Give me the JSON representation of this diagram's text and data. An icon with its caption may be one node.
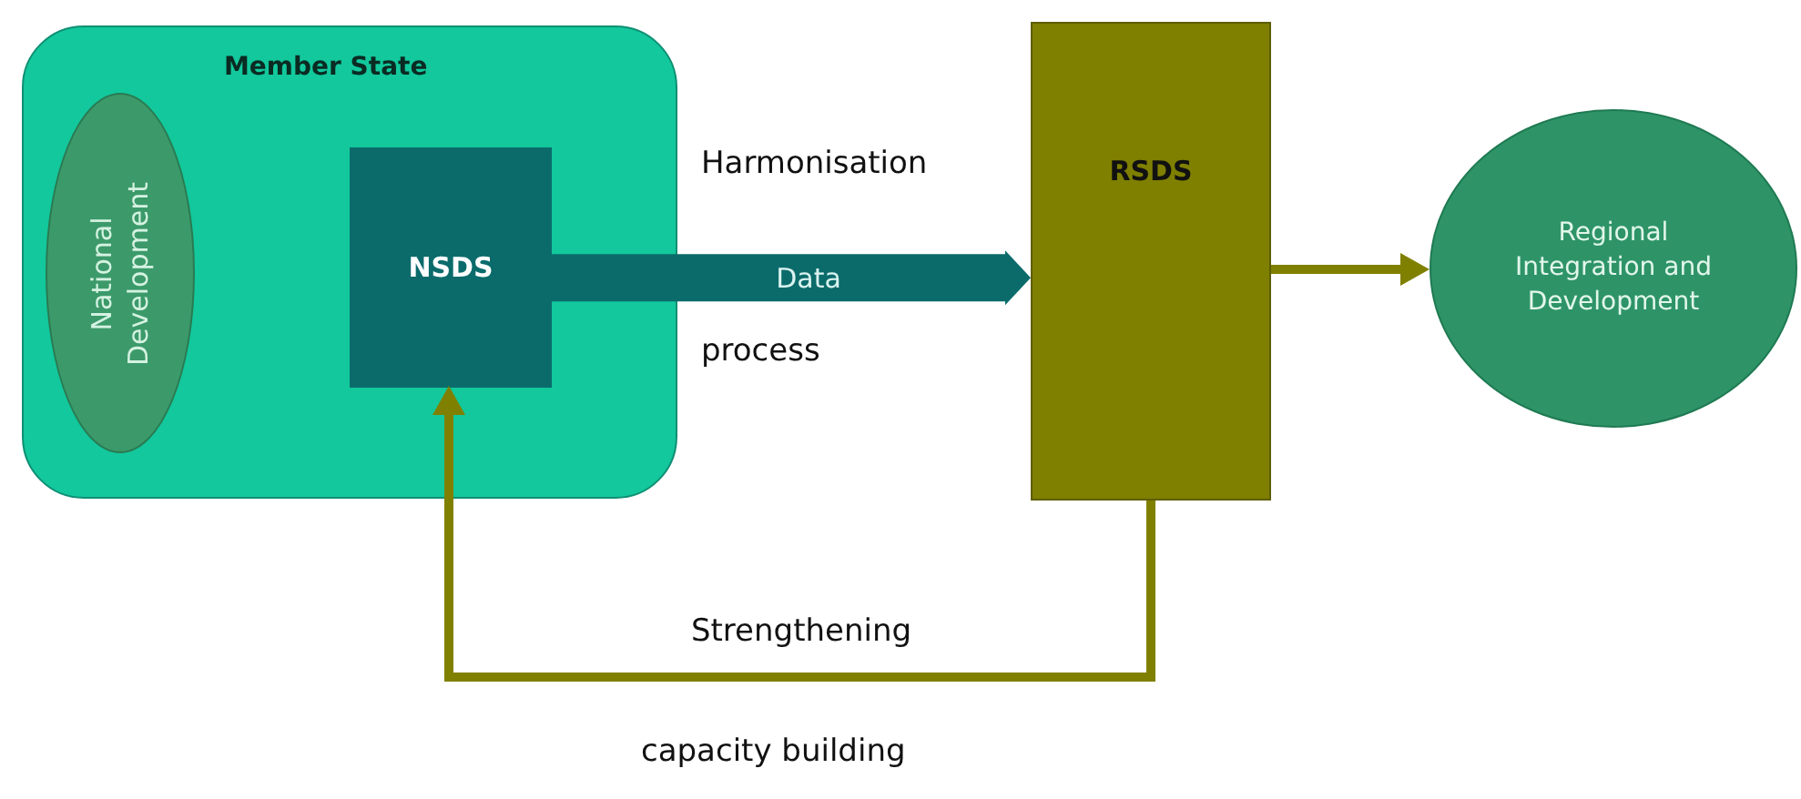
{
  "diagram": {
    "nodes": [
      {
        "text": [
          "Member State"
        ]
      },
      {
        "text": [
          "National Development"
        ],
        "in": 0
      },
      {
        "text": [
          "NSDS"
        ],
        "in": 0
      },
      {
        "text": [
          "RSDS"
        ]
      },
      {
        "text": [
          "Regional Integration and Development"
        ]
      }
    ],
    "edges": [
      {
        "from": 2,
        "to": 3,
        "arrow": "to",
        "label": "Data",
        "style": "thick",
        "color": "#0b6b6b"
      },
      {
        "from": 3,
        "to": 4,
        "arrow": "to"
      },
      {
        "from": 3,
        "to": 2,
        "arrow": "to",
        "label": "Strengthening"
      }
    ],
    "labels": [
      "Harmonisation",
      "process",
      "capacity building"
    ]
  }
}
